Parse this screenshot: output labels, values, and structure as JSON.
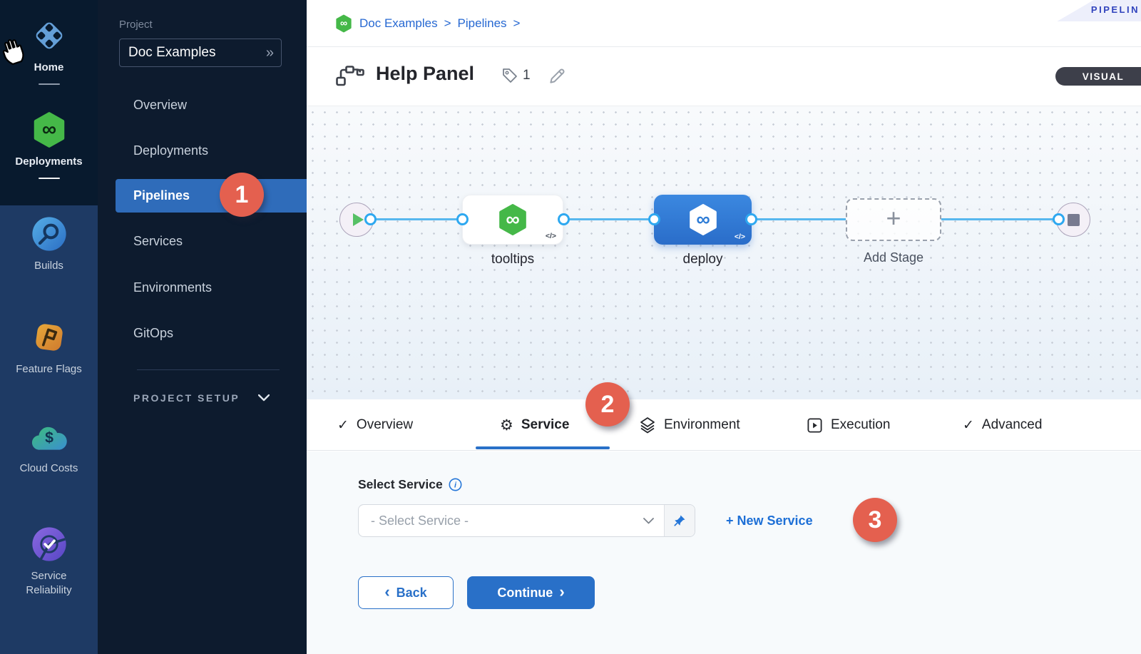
{
  "glyphs": {
    "double_chevron": "»",
    "infinity": "∞",
    "code": "</>",
    "plus": "+",
    "check": "✓",
    "gear": "⚙",
    "chevron_left": "‹",
    "chevron_right": "›",
    "info": "i",
    "dollar": "$"
  },
  "module_sidebar": {
    "items": [
      {
        "label": "Home"
      },
      {
        "label": "Deployments"
      },
      {
        "label": "Builds"
      },
      {
        "label": "Feature Flags"
      },
      {
        "label": "Cloud Costs"
      },
      {
        "label": "Service Reliability"
      }
    ]
  },
  "project_sidebar": {
    "section_label": "Project",
    "project_name": "Doc Examples",
    "items": [
      "Overview",
      "Deployments",
      "Pipelines",
      "Services",
      "Environments",
      "GitOps"
    ],
    "selected_item": "Pipelines",
    "footer_label": "PROJECT SETUP"
  },
  "callouts": {
    "one": "1",
    "two": "2",
    "three": "3"
  },
  "breadcrumb": {
    "items": [
      "Doc Examples",
      "Pipelines"
    ],
    "separator": ">"
  },
  "ribbon": {
    "label": "PIPELIN"
  },
  "header": {
    "title": "Help Panel",
    "tag_count": "1",
    "mode_badge": "VISUAL"
  },
  "canvas": {
    "nodes": [
      {
        "type": "start"
      },
      {
        "type": "stage",
        "label": "tooltips"
      },
      {
        "type": "stage",
        "label": "deploy",
        "selected": true
      },
      {
        "type": "add",
        "label": "Add Stage"
      },
      {
        "type": "end"
      }
    ]
  },
  "tabs": {
    "items": [
      {
        "label": "Overview"
      },
      {
        "label": "Service",
        "selected": true
      },
      {
        "label": "Environment"
      },
      {
        "label": "Execution"
      },
      {
        "label": "Advanced"
      }
    ]
  },
  "form": {
    "select_service_label": "Select Service",
    "select_placeholder": "- Select Service -",
    "new_service_label": "+ New Service",
    "back_label": "Back",
    "continue_label": "Continue"
  },
  "colors": {
    "accent_blue": "#2970c8",
    "selected_nav": "#2f6cba",
    "callout_red": "#e4604f",
    "harness_green": "#42b54a",
    "link_blue": "#2071cf",
    "sidebar_dark": "#081a2e",
    "sidebar_light": "#1e3a64",
    "project_sidebar": "#0d1b2e"
  }
}
